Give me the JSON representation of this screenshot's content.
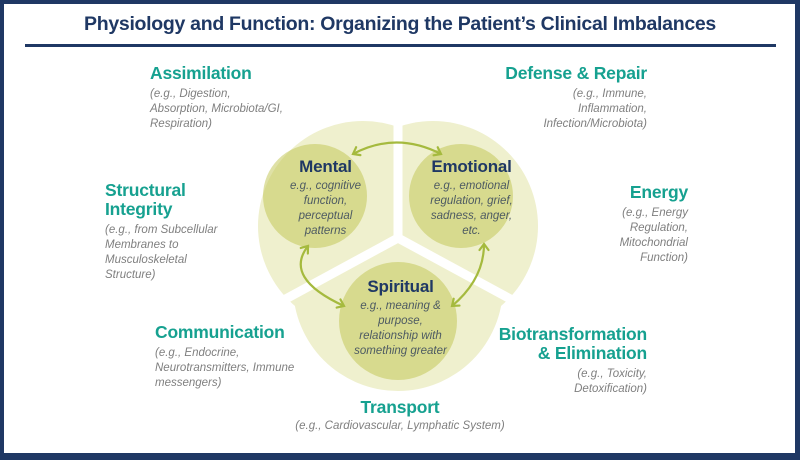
{
  "title": "Physiology and Function: Organizing the Patient’s Clinical Imbalances",
  "sections": {
    "assimilation": {
      "heading": "Assimilation",
      "examples": "(e.g., Digestion,\nAbsorption, Microbiota/GI,\nRespiration)"
    },
    "defense": {
      "heading": "Defense & Repair",
      "examples": "(e.g., Immune,\nInflammation,\nInfection/Microbiota)"
    },
    "structural": {
      "heading": "Structural\nIntegrity",
      "examples": "(e.g., from Subcellular\nMembranes to\nMusculoskeletal\nStructure)"
    },
    "energy": {
      "heading": "Energy",
      "examples": "(e.g., Energy\nRegulation,\nMitochondrial\nFunction)"
    },
    "communication": {
      "heading": "Communication",
      "examples": "(e.g., Endocrine,\nNeurotransmitters, Immune\nmessengers)"
    },
    "biotransformation": {
      "heading": "Biotransformation\n& Elimination",
      "examples": "(e.g., Toxicity,\nDetoxification)"
    },
    "transport": {
      "heading": "Transport",
      "examples": "(e.g., Cardiovascular, Lymphatic System)"
    }
  },
  "venn": {
    "mental": {
      "heading": "Mental",
      "examples": "e.g., cognitive\nfunction,\nperceptual\npatterns"
    },
    "emotional": {
      "heading": "Emotional",
      "examples": "e.g., emotional\nregulation, grief,\nsadness, anger,\netc."
    },
    "spiritual": {
      "heading": "Spiritual",
      "examples": "e.g., meaning &\npurpose,\nrelationship with\nsomething greater"
    }
  },
  "colors": {
    "navy": "#1F3864",
    "teal": "#16A190",
    "example_gray": "#7F7F7F",
    "venn_text_slate": "#4D5A62",
    "lobe_light": "#EFF0CE",
    "circle_olive": "#BFC34D",
    "arrow_olive": "#A5BA3E",
    "background": "#FFFFFF"
  }
}
